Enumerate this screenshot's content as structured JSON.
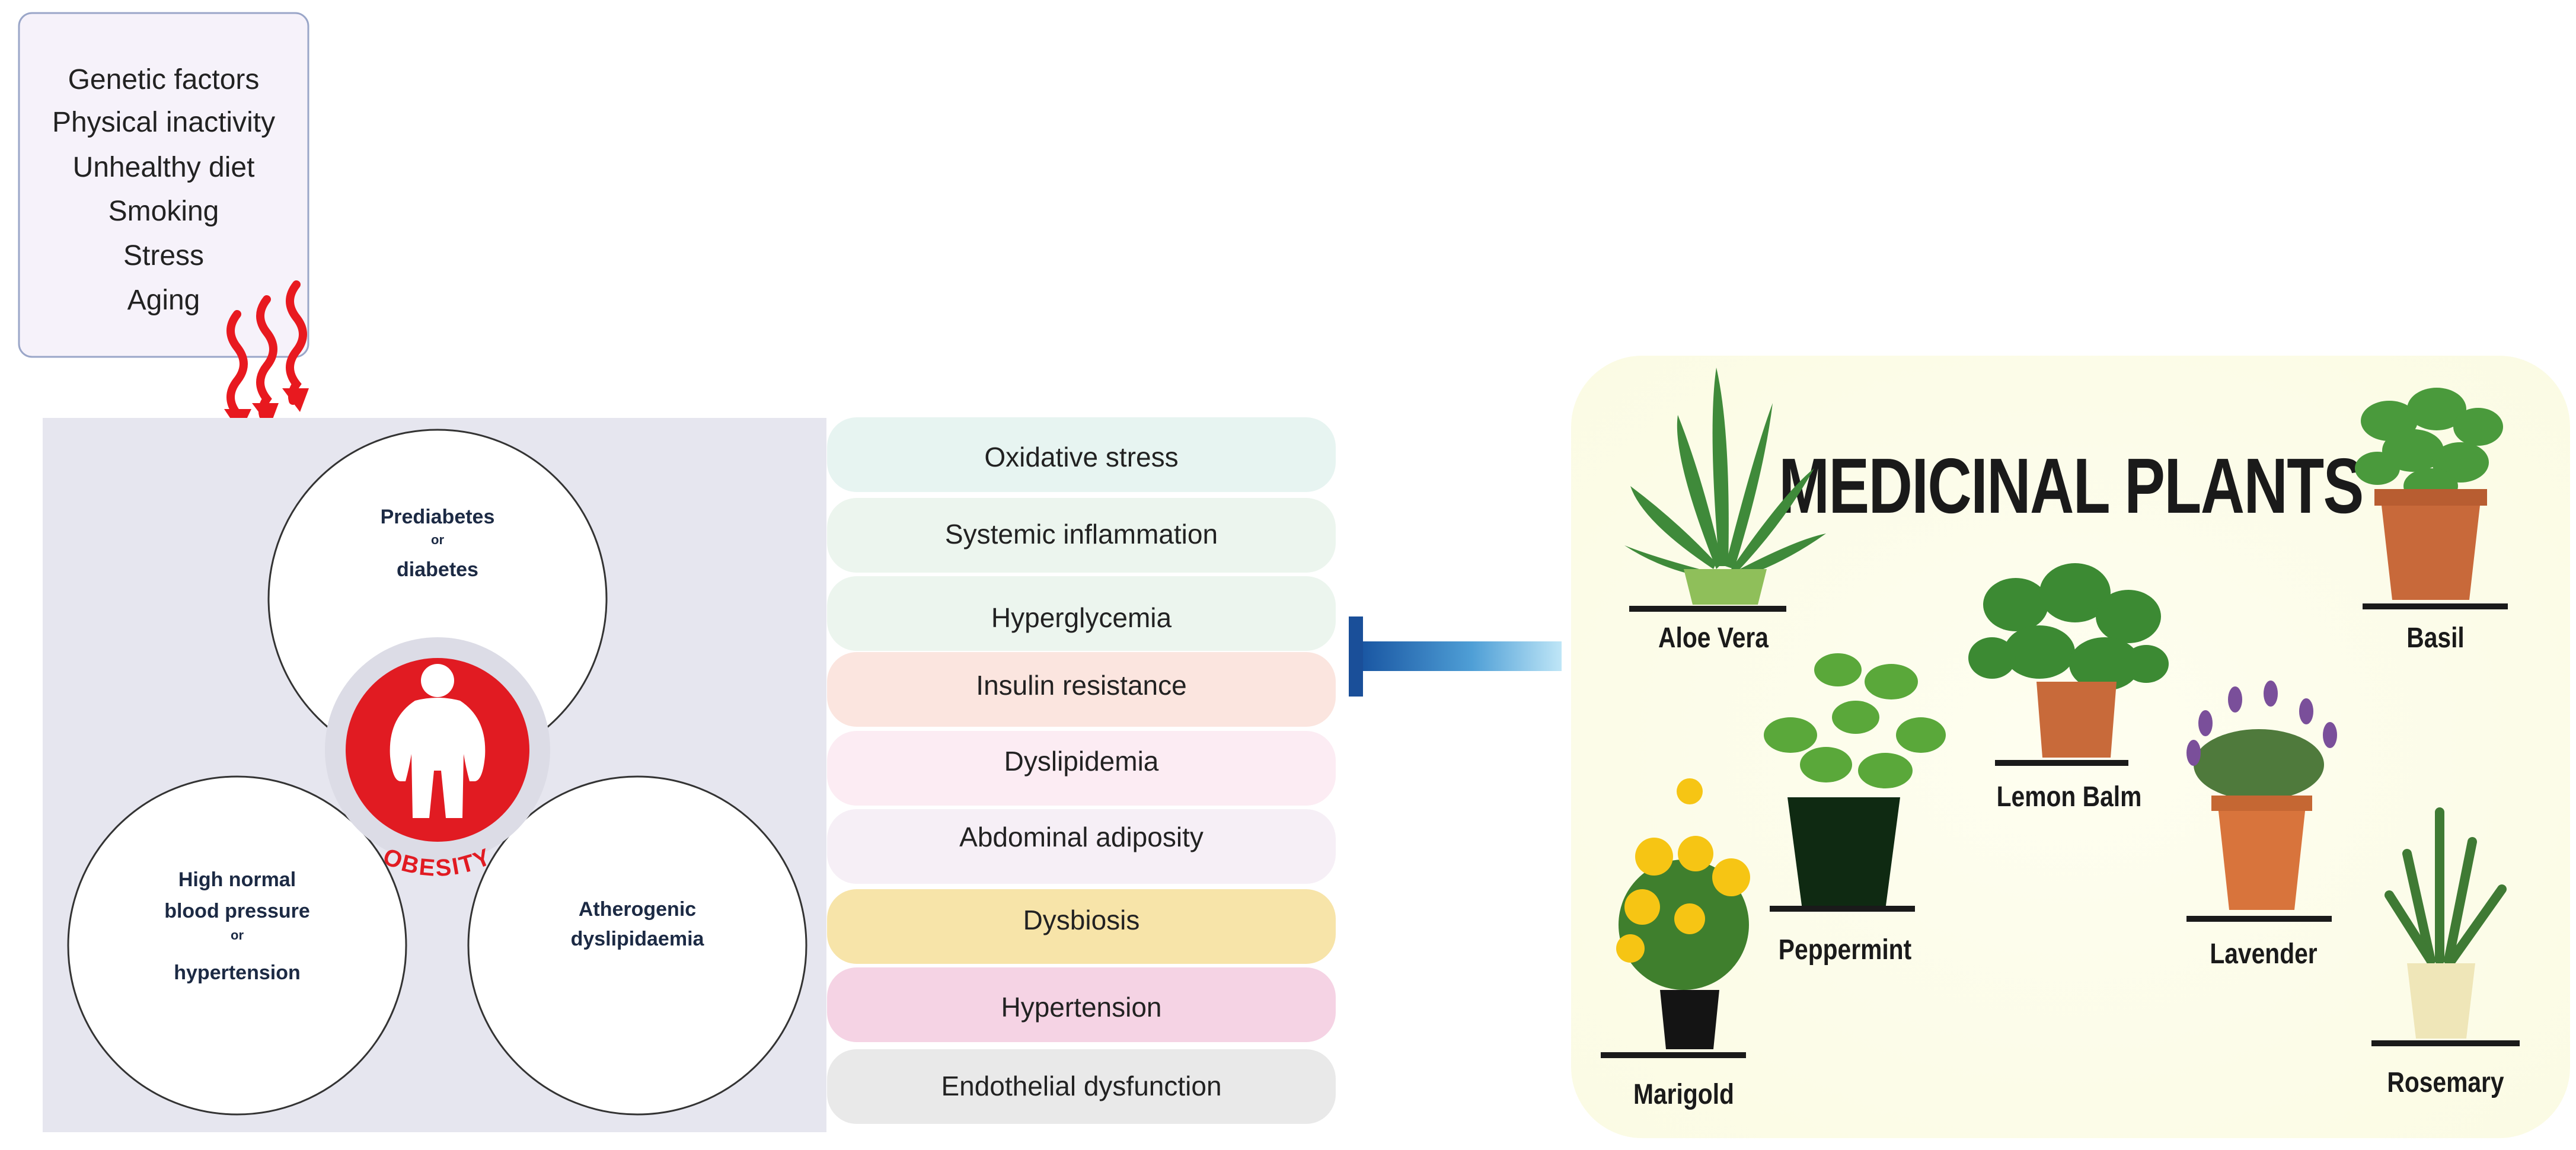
{
  "risk_factors": [
    "Genetic factors",
    "Physical inactivity",
    "Unhealthy diet",
    "Smoking",
    "Stress",
    "Aging"
  ],
  "syndrome": {
    "top": [
      "Prediabetes",
      "or",
      "diabetes"
    ],
    "left": [
      "High normal",
      "blood pressure",
      "or",
      "hypertension"
    ],
    "right": [
      "Atherogenic",
      "dyslipidaemia"
    ],
    "center": "OBESITY"
  },
  "conditions": [
    {
      "label": "Oxidative stress",
      "color": "#e7f4f1"
    },
    {
      "label": "Systemic inflammation",
      "color": "#ecf5ee"
    },
    {
      "label": "Hyperglycemia",
      "color": "#ecf5ee"
    },
    {
      "label": "Insulin resistance",
      "color": "#fbe5df"
    },
    {
      "label": "Dyslipidemia",
      "color": "#fcecf3"
    },
    {
      "label": "Abdominal adiposity",
      "color": "#f6eff6"
    },
    {
      "label": "Dysbiosis",
      "color": "#f7e4a9"
    },
    {
      "label": "Hypertension",
      "color": "#f5d3e4"
    },
    {
      "label": "Endothelial dysfunction",
      "color": "#e9e9e9"
    }
  ],
  "plants_panel": {
    "title": "MEDICINAL PLANTS",
    "plants": [
      "Aloe Vera",
      "Basil",
      "Lemon Balm",
      "Peppermint",
      "Lavender",
      "Marigold",
      "Rosemary"
    ]
  },
  "colors": {
    "panel_bg": "#e6e6ef",
    "obesity_red": "#e11b22",
    "arrow_red": "#e8191f",
    "inhibit_blue": "#1f5fa8"
  }
}
